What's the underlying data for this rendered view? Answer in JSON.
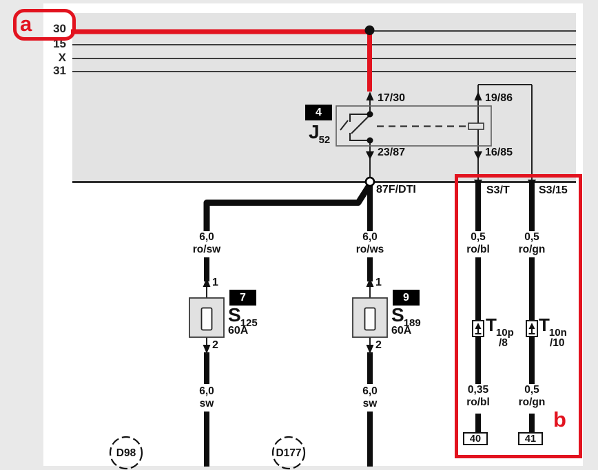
{
  "annotations": {
    "a": "a",
    "b": "b"
  },
  "bus": {
    "t30": "30",
    "t15": "15",
    "tx": "X",
    "t31": "31"
  },
  "relay": {
    "tag": "4",
    "ref": "J",
    "ref_sub": "52",
    "t17": "17/30",
    "t19": "19/86",
    "t23": "23/87",
    "t16": "16/85"
  },
  "panel": {
    "junction": "87F/DTI",
    "s3t": "S3/T",
    "s315": "S3/15"
  },
  "wires": {
    "w1g": "6,0",
    "w1c": "ro/sw",
    "w2g": "6,0",
    "w2c": "ro/ws",
    "w3g": "0,5",
    "w3c": "ro/bl",
    "w4g": "0,5",
    "w4c": "ro/gn",
    "w5g": "6,0",
    "w5c": "sw",
    "w6g": "6,0",
    "w6c": "sw",
    "w7g": "0,35",
    "w7c": "ro/bl",
    "w8g": "0,5",
    "w8c": "ro/gn"
  },
  "fuse1": {
    "tag": "7",
    "ref": "S",
    "ref_sub": "125",
    "rating": "60A",
    "p1": "1",
    "p2": "2"
  },
  "fuse2": {
    "tag": "9",
    "ref": "S",
    "ref_sub": "189",
    "rating": "60A",
    "p1": "1",
    "p2": "2"
  },
  "conn1": {
    "ref": "T",
    "ref_sub": "10p",
    "pin": "/8"
  },
  "conn2": {
    "ref": "T",
    "ref_sub": "10n",
    "pin": "/10"
  },
  "grounds": {
    "g40": "40",
    "g41": "41"
  },
  "refs": {
    "d98": "D98",
    "d177": "D177"
  },
  "colors": {
    "highlight_red": "#e2131f",
    "panel_gray": "#e3e3e3",
    "wire_black": "#0d0d0d"
  }
}
